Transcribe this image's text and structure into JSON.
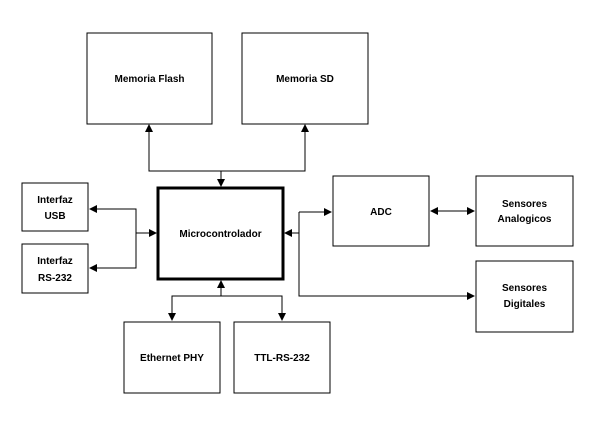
{
  "diagram": {
    "boxes": {
      "flash": "Memoria Flash",
      "sd": "Memoria SD",
      "usb": [
        "Interfaz",
        "USB"
      ],
      "rs232": [
        "Interfaz",
        "RS-232"
      ],
      "mcu": "Microcontrolador",
      "adc": "ADC",
      "analog": [
        "Sensores",
        "Analogicos"
      ],
      "digital": [
        "Sensores",
        "Digitales"
      ],
      "eth": "Ethernet PHY",
      "ttl": "TTL-RS-232"
    }
  }
}
